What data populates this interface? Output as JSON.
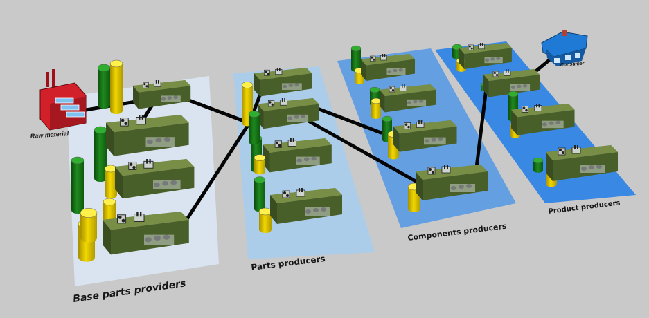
{
  "labels": {
    "raw_materials": "Raw material",
    "consumer": "Consumer",
    "base_parts_providers": "Base parts providers",
    "parts_producers": "Parts producers",
    "components_producers": "Components producers",
    "product_producers": "Product producers"
  },
  "colors": {
    "background": "#c9c9c9",
    "zone_base": "#dbe6f3",
    "zone_parts": "#a9cdec",
    "zone_components": "#5b9be4",
    "zone_products": "#2b82e6",
    "building_top": "#7a8f47",
    "building_side": "#485f29",
    "silo_green": "#1c7a1c",
    "silo_yellow": "#e0c400",
    "link": "#050505",
    "factory": "#d2202a",
    "house": "#1f7ad6"
  },
  "icons": {
    "raw_materials": "factory-icon",
    "consumer": "house-icon",
    "producer": "building-icon",
    "stock": "silo-icon"
  }
}
